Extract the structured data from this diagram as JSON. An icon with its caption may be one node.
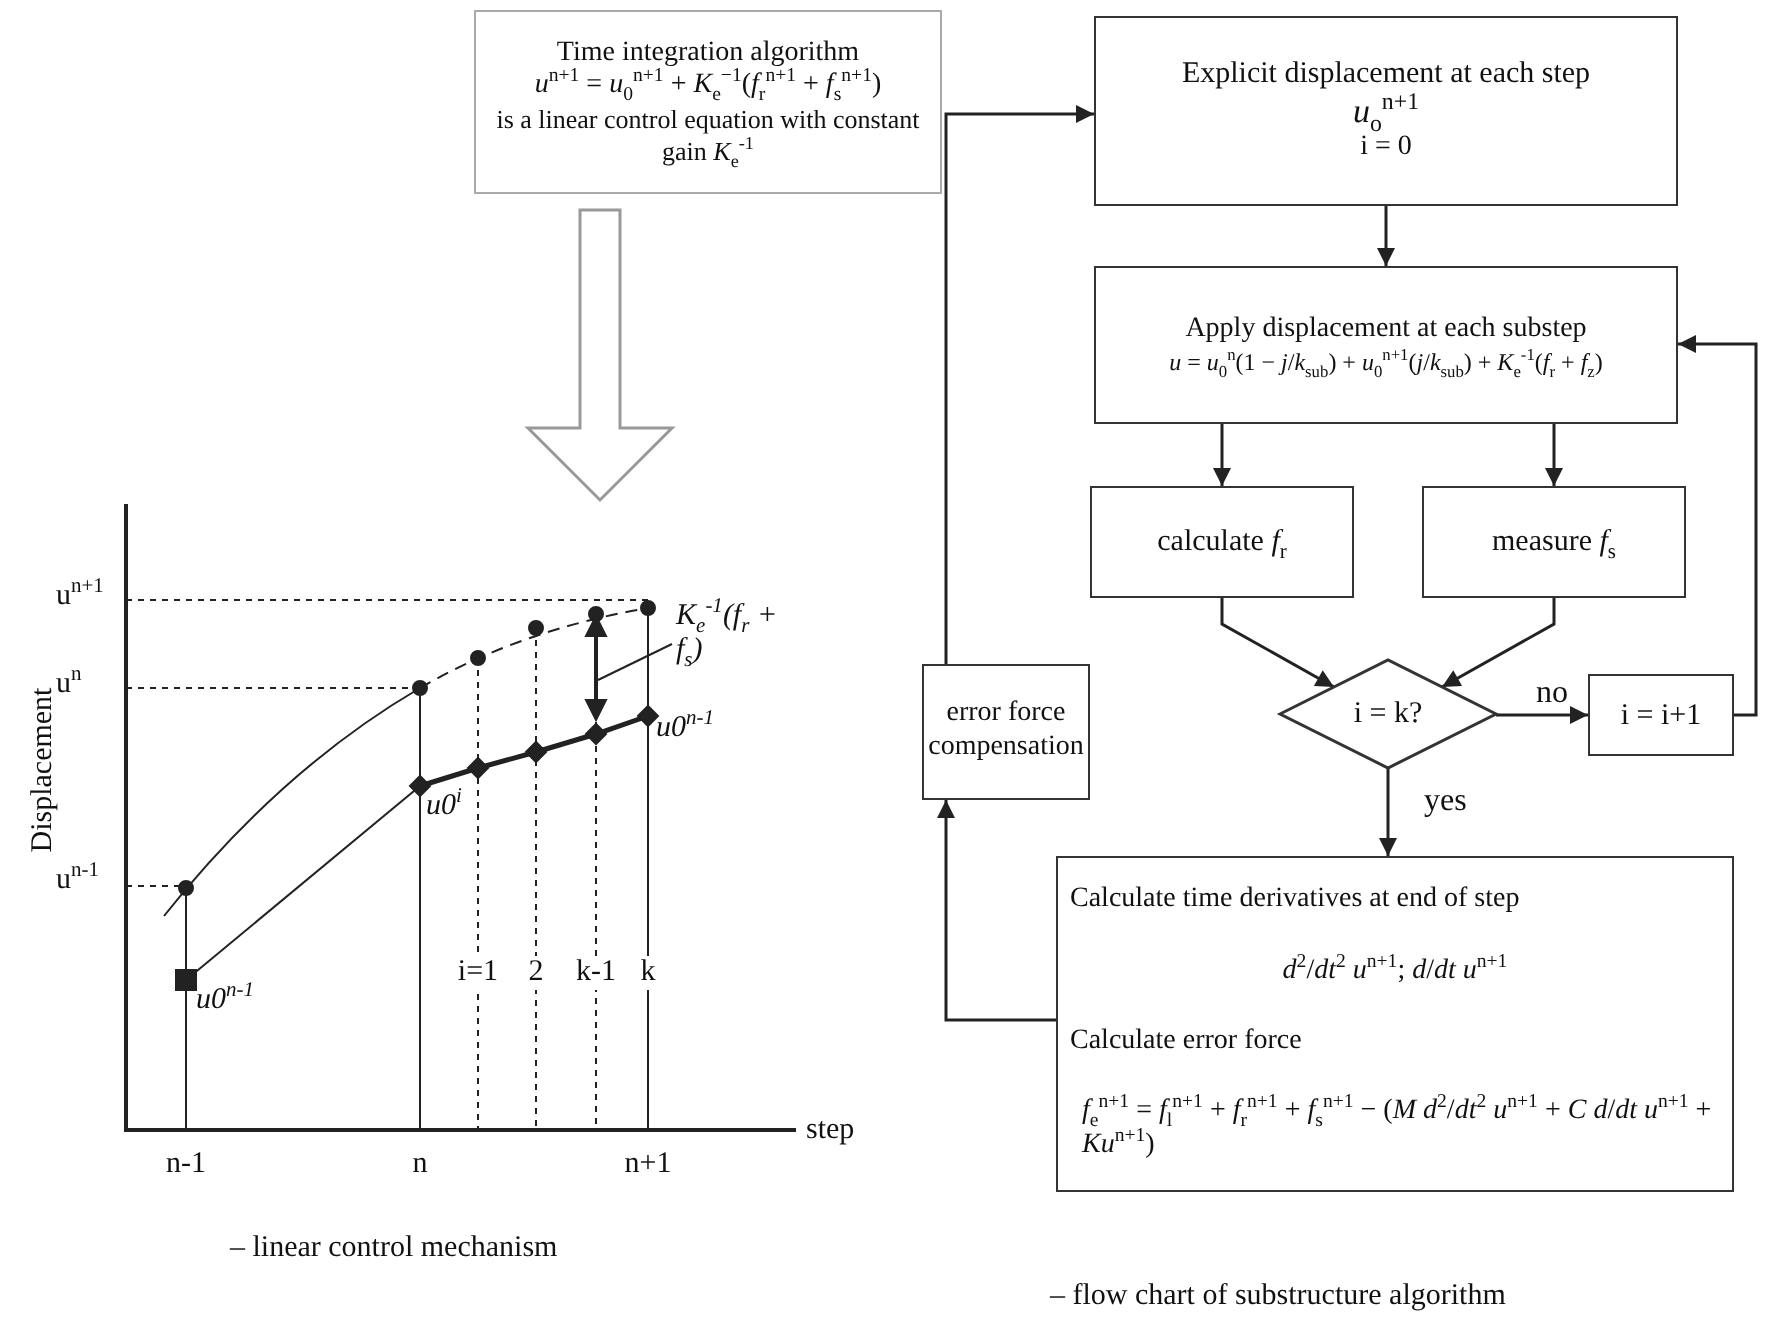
{
  "diagram": {
    "nodes": [
      {
        "text": [
          "Time integration algorithm",
          "*u*$^{n+1}$ = *u*$_{0}$$^{n+1}$ + *K*$_{e}$$^{−1}$(*f*$_{r}$$^{n+1}$ + *f*$_{s}$$^{n+1}$)",
          "is a linear control equation with constant gain *K*$_{e}$$^{-1}$"
        ]
      },
      {
        "text": [],
        "shape": "picture"
      },
      {
        "text": [
          "Explicit displacement at each step",
          "*u*$_{o}$$^{n+1}$",
          "i = 0"
        ]
      },
      {
        "text": [
          "Apply displacement at each substep",
          "*u* = *u*$_{0}$$^{n}$(1 − *j*/*k*$_{sub}$) + *u*$_{0}$$^{n+1}$(*j*/*k*$_{sub}$) + *K*$_{e}$$^{-1}$(*f*$_{r}$ + *f*$_{z}$)"
        ]
      },
      {
        "text": [
          "calculate *f*$_{r}$"
        ]
      },
      {
        "text": [
          "measure *f*$_{s}$"
        ]
      },
      {
        "text": [
          "i = k?"
        ]
      },
      {
        "text": [
          "i = i+1"
        ]
      },
      {
        "text": [
          "error force compensation"
        ]
      },
      {
        "text": [
          "Calculate time derivatives at end of step",
          "*d*$^{2}$/*dt*$^{2}$ *u*$^{n+1}$; *d*/*dt* *u*$^{n+1}$",
          "Calculate error force",
          "*f*$_{e}$$^{n+1}$ = *f*$_{l}$$^{n+1}$ + *f*$_{r}$$^{n+1}$ + *f*$_{s}$$^{n+1}$ − (*M* *d*$^{2}$/*dt*$^{2}$ *u*$^{n+1}$ + *C* *d*/*dt* *u*$^{n+1}$ + *Ku*$^{n+1}$)"
        ]
      }
    ],
    "edges": [
      {
        "from": 0,
        "to": 1,
        "arrow": "to",
        "style": "thick"
      },
      {
        "from": 2,
        "to": 3,
        "arrow": "to"
      },
      {
        "from": 3,
        "to": 4,
        "arrow": "to"
      },
      {
        "from": 3,
        "to": 5,
        "arrow": "to"
      },
      {
        "from": 4,
        "to": 6,
        "arrow": "to"
      },
      {
        "from": 5,
        "to": 6,
        "arrow": "to"
      },
      {
        "from": 6,
        "to": 7,
        "arrow": "to",
        "label": "no"
      },
      {
        "from": 7,
        "to": 3,
        "arrow": "to"
      },
      {
        "from": 6,
        "to": 9,
        "arrow": "to",
        "label": "yes"
      },
      {
        "from": 9,
        "to": 8,
        "arrow": "to"
      },
      {
        "from": 8,
        "to": 2,
        "arrow": "to"
      }
    ],
    "labels": [
      "u$^{n+1}$",
      "K$_{e}$$^{-1}$(f$_{r}$ + f$_{s}$)",
      "u$^{n}$",
      "u0$^{n-1}$",
      "Displacement",
      "u0$^{i}$",
      "u$^{n-1}$",
      "i=1",
      "2",
      "k-1",
      "k",
      "u0$^{n-1}$",
      "n-1",
      "n",
      "n+1",
      "step",
      "– linear control mechanism",
      "– flow chart of substructure algorithm"
    ]
  }
}
